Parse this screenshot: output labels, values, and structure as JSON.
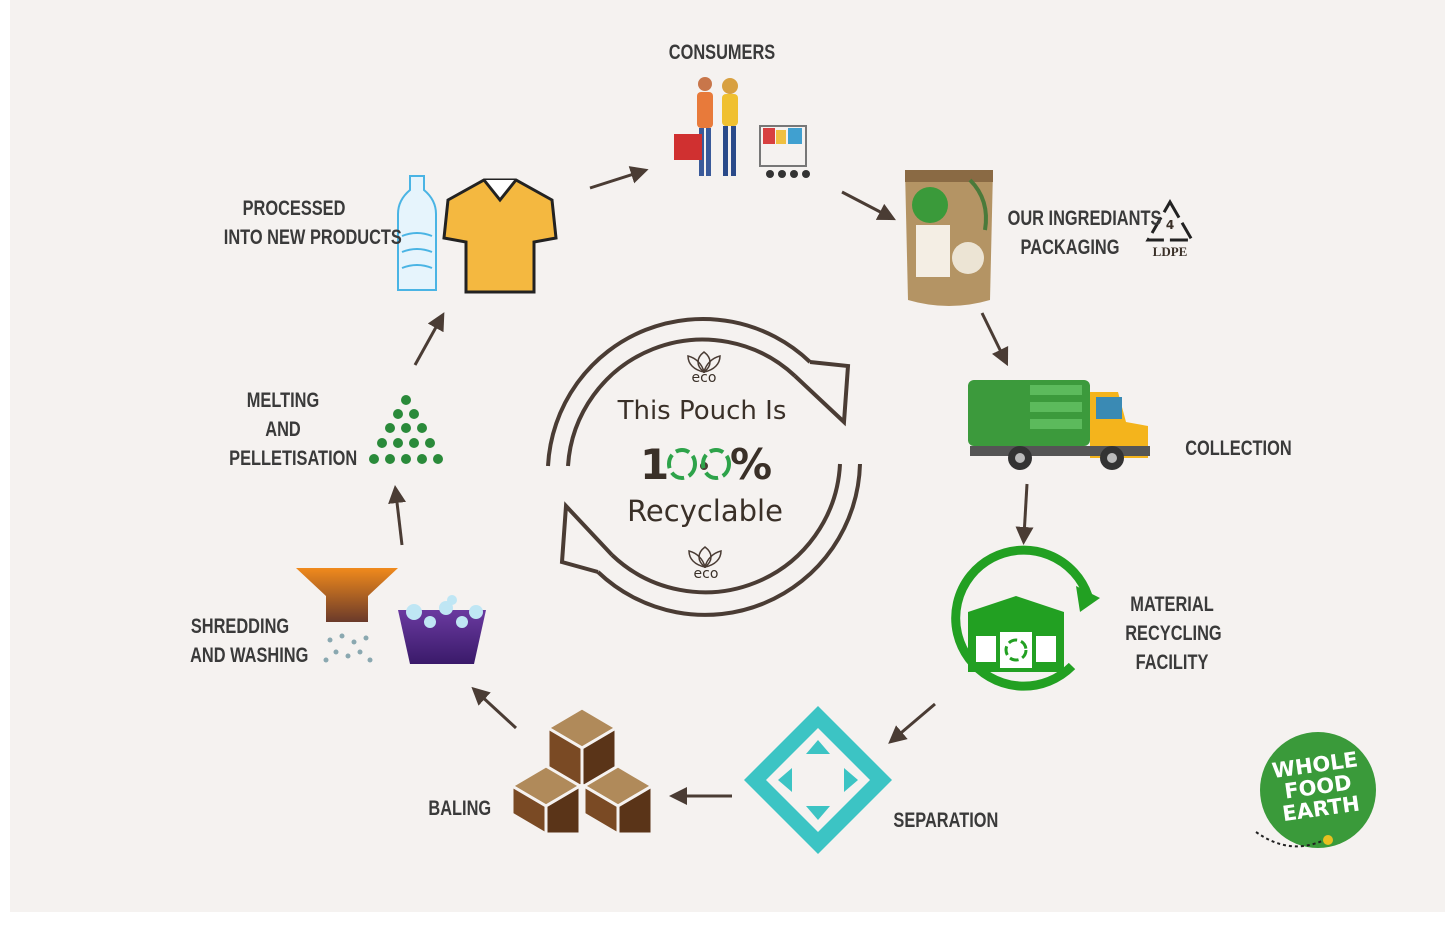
{
  "center": {
    "line1": "This Pouch Is",
    "percent_digit": "1",
    "percent_sign": "%",
    "line3": "Recyclable",
    "eco_top": "eco",
    "eco_bottom": "eco"
  },
  "stages": {
    "consumers": "CONSUMERS",
    "packaging": [
      "OUR INGREDIANTS",
      "PACKAGING"
    ],
    "recycle_code": "4",
    "recycle_material": "LDPE",
    "collection": "COLLECTION",
    "mrf": [
      "MATERIAL",
      "RECYCLING",
      "FACILITY"
    ],
    "separation": "SEPARATION",
    "baling": "BALING",
    "shredding": [
      "SHREDDING",
      "AND WASHING"
    ],
    "melting": [
      "MELTING",
      "AND",
      "PELLETISATION"
    ],
    "processed": [
      "PROCESSED",
      "INTO NEW PRODUCTS"
    ]
  },
  "brand": {
    "line1": "WHOLE",
    "line2": "FOOD",
    "line3": "EARTH",
    "color": "#3a9a3a"
  },
  "colors": {
    "background": "#f5f2f0",
    "arrow": "#4a3c34",
    "green": "#2ea34a",
    "truck_green": "#3c9a3c",
    "teal": "#3cc4c4",
    "brown": "#7a4a24",
    "orange": "#e07820"
  }
}
